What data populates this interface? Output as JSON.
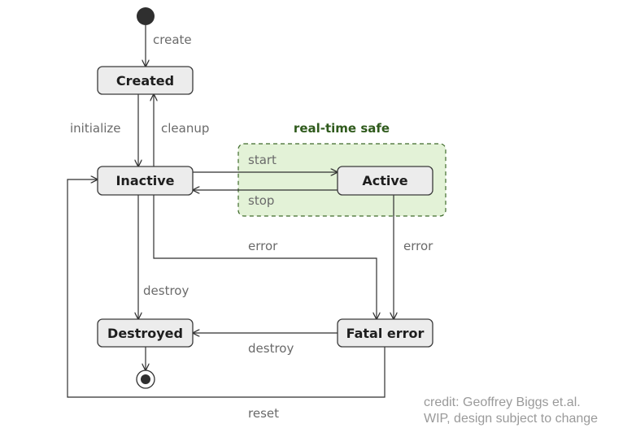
{
  "region": {
    "label": "real-time safe"
  },
  "states": {
    "created": "Created",
    "inactive": "Inactive",
    "active": "Active",
    "destroyed": "Destroyed",
    "fatal_error": "Fatal error"
  },
  "transitions": {
    "create": "create",
    "initialize": "initialize",
    "cleanup": "cleanup",
    "start": "start",
    "stop": "stop",
    "error_inactive": "error",
    "error_active": "error",
    "destroy_inactive": "destroy",
    "destroy_fatal": "destroy",
    "reset": "reset"
  },
  "credit": {
    "line1": "credit: Geoffrey Biggs et.al.",
    "line2": "WIP, design subject to change"
  },
  "colors": {
    "region_fill": "#e3f2d7",
    "region_border": "#3e6a2a",
    "state_fill": "#ececec"
  }
}
